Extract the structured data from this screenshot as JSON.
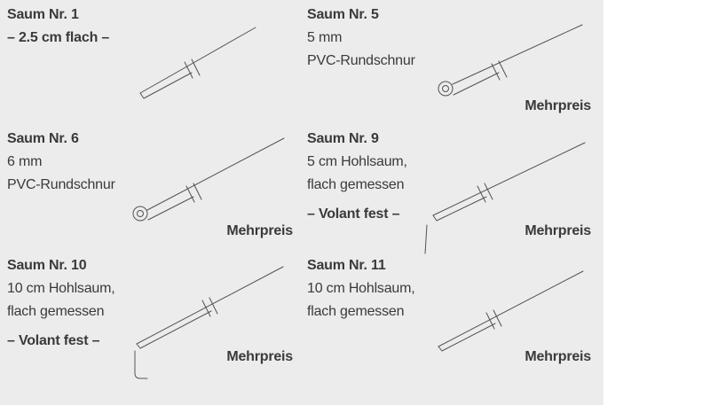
{
  "colors": {
    "page_bg": "#ececec",
    "margin_bg": "#ffffff",
    "text": "#3a3a3a",
    "line": "#535353"
  },
  "panels": [
    {
      "title": "Saum Nr. 1",
      "note": "– 2.5 cm flach –"
    },
    {
      "title": "Saum Nr. 5",
      "desc1": "5 mm",
      "desc2": "PVC-Rundschnur",
      "price": "Mehrpreis"
    },
    {
      "title": "Saum Nr. 6",
      "desc1": "6 mm",
      "desc2": "PVC-Rundschnur",
      "price": "Mehrpreis"
    },
    {
      "title": "Saum Nr. 9",
      "desc1": "5 cm Hohlsaum,",
      "desc2": "flach gemessen",
      "note": "– Volant fest –",
      "price": "Mehrpreis"
    },
    {
      "title": "Saum Nr. 10",
      "desc1": "10 cm Hohlsaum,",
      "desc2": "flach gemessen",
      "note": "– Volant fest –",
      "price": "Mehrpreis"
    },
    {
      "title": "Saum Nr. 11",
      "desc1": "10 cm Hohlsaum,",
      "desc2": "flach gemessen",
      "price": "Mehrpreis"
    }
  ]
}
